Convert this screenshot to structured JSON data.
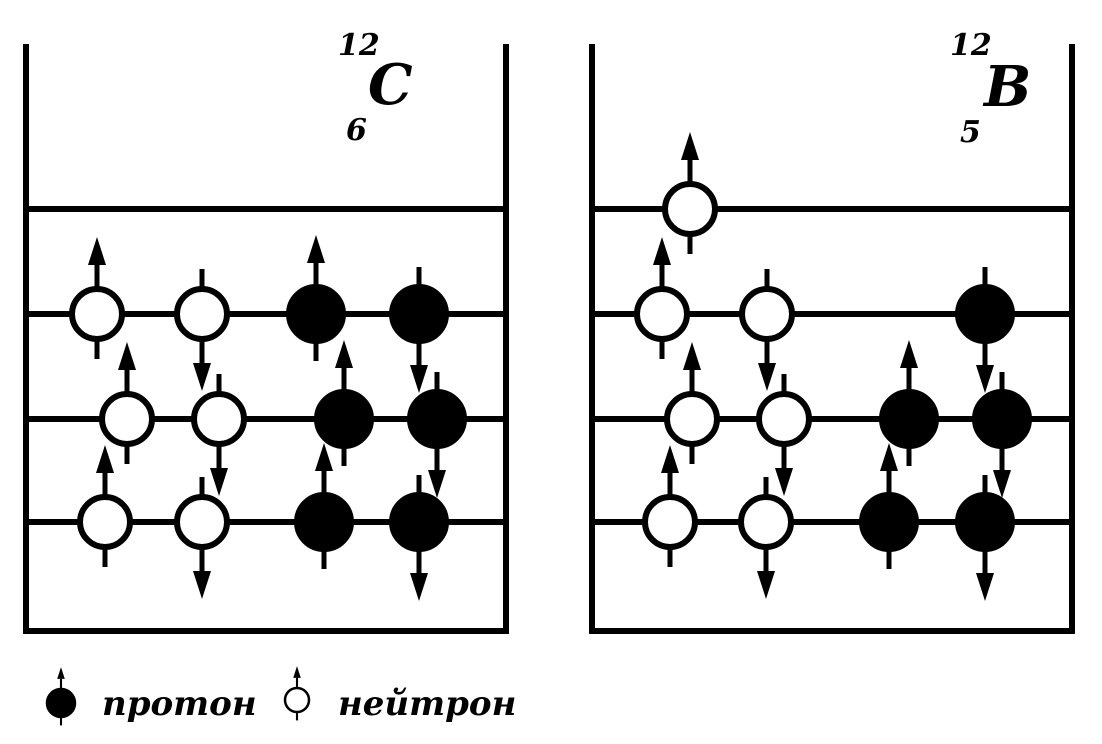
{
  "nuclei": [
    {
      "symbol": "C",
      "mass_number": "12",
      "atomic_number": "6",
      "neutrons": [
        [
          "up",
          "down"
        ],
        [
          "up",
          "down"
        ],
        [
          "up",
          "down"
        ]
      ],
      "protons": [
        [
          "up",
          "down"
        ],
        [
          "up",
          "down"
        ],
        [
          "up",
          "down"
        ]
      ]
    },
    {
      "symbol": "B",
      "mass_number": "12",
      "atomic_number": "5",
      "neutrons": [
        [
          "up",
          "down"
        ],
        [
          "up",
          "down"
        ],
        [
          "up",
          "down"
        ],
        [
          "up"
        ]
      ],
      "protons": [
        [
          "up",
          "down"
        ],
        [
          "up",
          "down"
        ],
        [
          "down"
        ]
      ]
    }
  ],
  "legend": {
    "proton_label": "протон",
    "neutron_label": "нейтрон"
  },
  "colors": {
    "proton_fill": "#000000",
    "neutron_fill": "#ffffff",
    "line": "#000000"
  },
  "icons": {
    "proton": "filled-circle-with-spin-arrow",
    "neutron": "hollow-circle-with-spin-arrow"
  }
}
